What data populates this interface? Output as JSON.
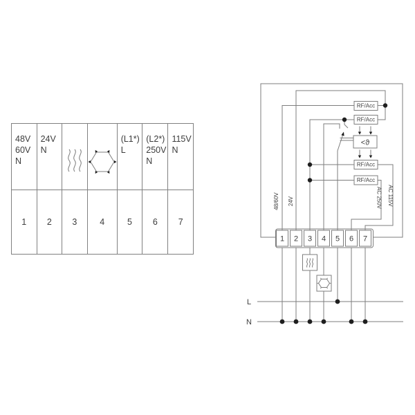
{
  "table": {
    "columns": [
      {
        "num": "1",
        "lines": [
          "48V",
          "60V",
          "N"
        ]
      },
      {
        "num": "2",
        "lines": [
          "24V",
          "N"
        ]
      },
      {
        "num": "3",
        "symbol": "heating-icon"
      },
      {
        "num": "4",
        "symbol": "cooling-icon"
      },
      {
        "num": "5",
        "lines": [
          "(L1*)",
          "L"
        ]
      },
      {
        "num": "6",
        "lines": [
          "(L2*)",
          "250V",
          "N"
        ]
      },
      {
        "num": "7",
        "lines": [
          "115V",
          "N"
        ]
      }
    ]
  },
  "diagram": {
    "rf_box_label": "RF/Acc",
    "thermostat_label": "<ϑ",
    "terminals": [
      "1",
      "2",
      "3",
      "4",
      "5",
      "6",
      "7"
    ],
    "wire_labels": {
      "terminal1": "48/60V",
      "terminal2": "24V",
      "terminal6": "AC 250V",
      "terminal7": "AC 115V"
    },
    "live_label": "L",
    "neutral_label": "N"
  },
  "icons": {
    "heating": "heat-waves",
    "cooling": "hexagon-snowflake",
    "thermostat": "temperature-switch"
  },
  "colors": {
    "line": "#7d7d7d",
    "text": "#3c3c3c",
    "dot": "#1f1f1f",
    "background": "#ffffff"
  }
}
